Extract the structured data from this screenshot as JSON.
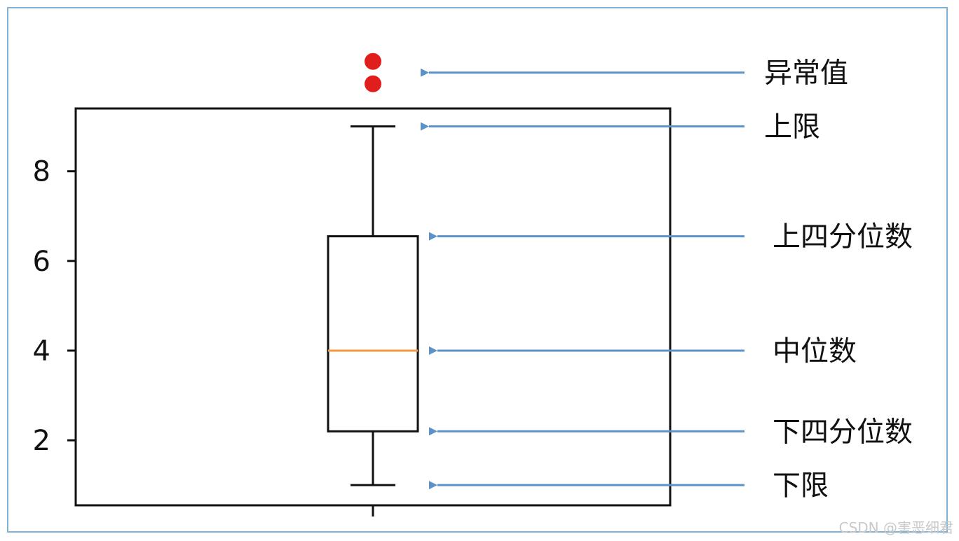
{
  "chart_data": {
    "type": "boxplot",
    "ylim": [
      0.55,
      9.4
    ],
    "yticks": [
      2,
      4,
      6,
      8
    ],
    "ytick_labels": [
      "2",
      "4",
      "6",
      "8"
    ],
    "box": {
      "whisker_low": 1,
      "q1": 2.2,
      "median": 4,
      "q3": 6.55,
      "whisker_high": 9,
      "outliers": [
        10.45,
        9.95
      ]
    },
    "annotations": [
      {
        "label": "异常值",
        "y": 10.2
      },
      {
        "label": "上限",
        "y": 9
      },
      {
        "label": "上四分位数",
        "y": 6.55
      },
      {
        "label": "中位数",
        "y": 4
      },
      {
        "label": "下四分位数",
        "y": 2.2
      },
      {
        "label": "下限",
        "y": 1
      }
    ],
    "colors": {
      "box": "#111111",
      "median": "#f39a3c",
      "outlier": "#e11e1e",
      "arrow": "#5b93c8",
      "frame": "#7fb2d6"
    }
  },
  "watermark": "CSDN @害恶细君"
}
